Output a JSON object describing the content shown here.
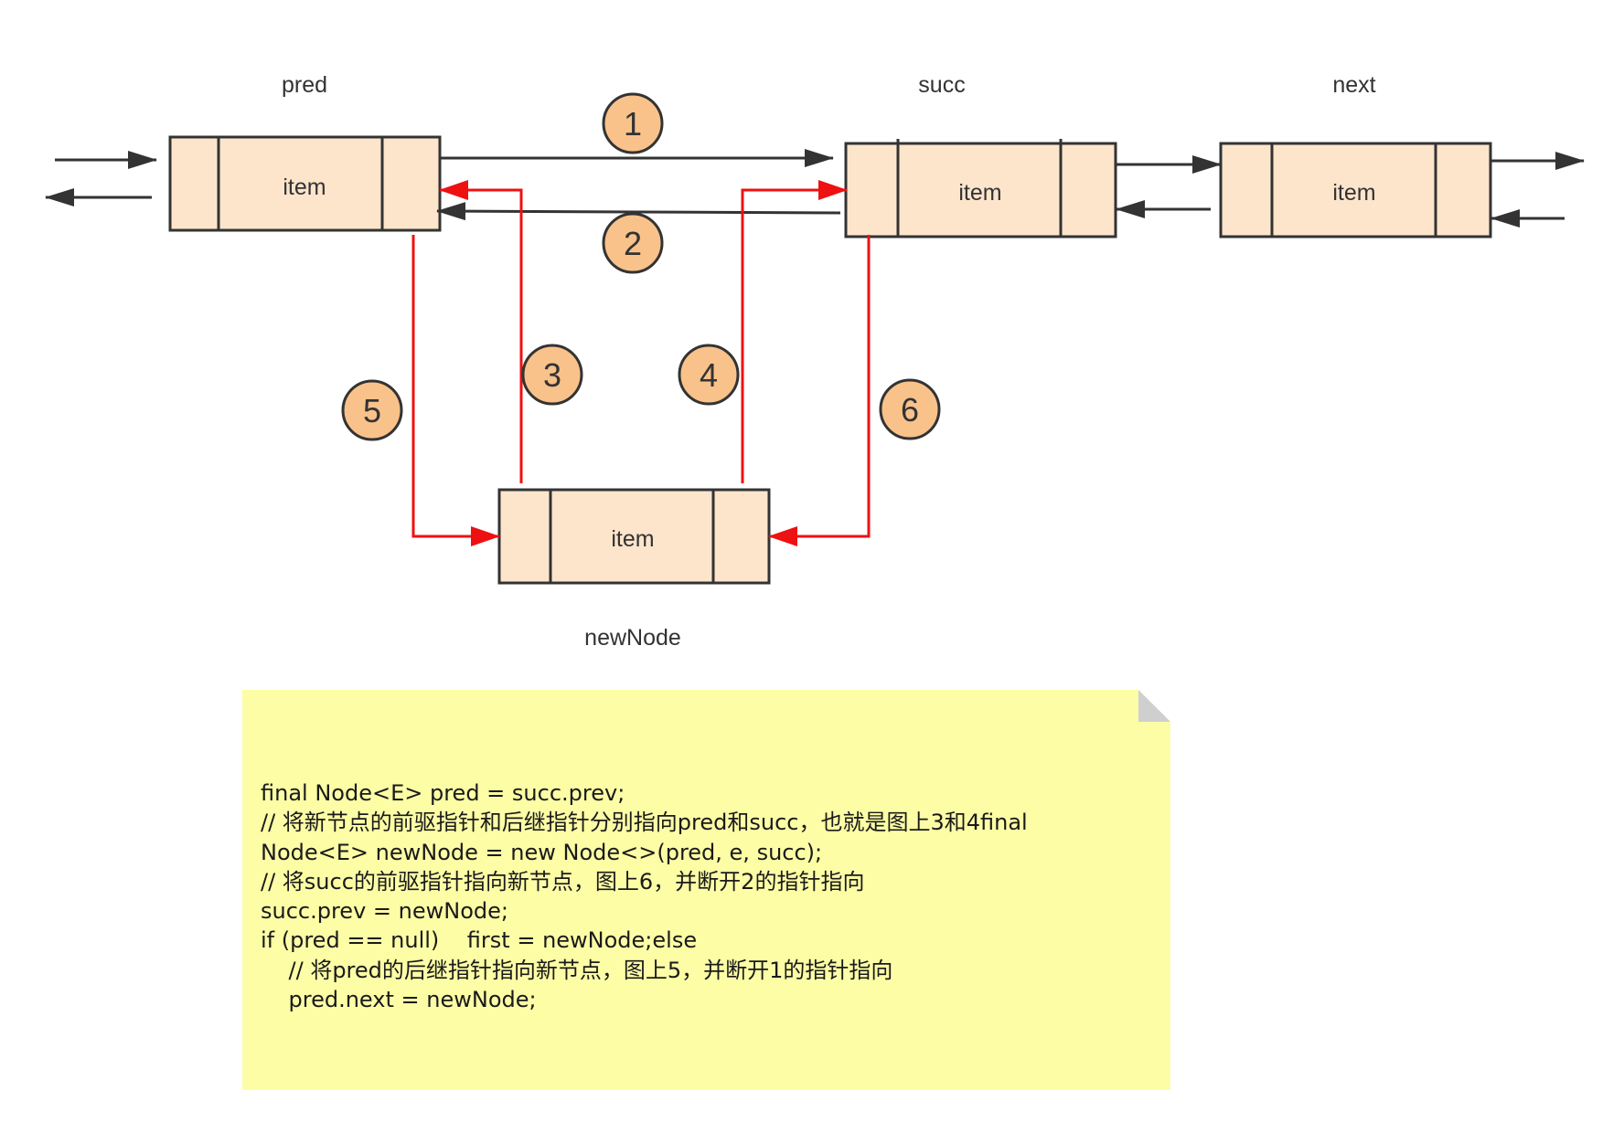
{
  "nodes": {
    "pred": {
      "label": "pred",
      "field": "item"
    },
    "succ": {
      "label": "succ",
      "field": "item"
    },
    "next": {
      "label": "next",
      "field": "item"
    },
    "newNode": {
      "label": "newNode",
      "field": "item"
    }
  },
  "steps": [
    "1",
    "2",
    "3",
    "4",
    "5",
    "6"
  ],
  "colors": {
    "node_fill": "#fde5cc",
    "node_border": "#333333",
    "badge_fill": "#f9c28a",
    "red_arrow": "#ee1111",
    "black_arrow": "#333333",
    "note_fill": "#fdfda6"
  },
  "note": {
    "lines": [
      "final Node<E> pred = succ.prev;",
      "// 将新节点的前驱指针和后继指针分别指向pred和succ，也就是图上3和4final",
      "Node<E> newNode = new Node<>(pred, e, succ);",
      "// 将succ的前驱指针指向新节点，图上6，并断开2的指针指向",
      "succ.prev = newNode;",
      "if (pred == null)    first = newNode;else",
      "    // 将pred的后继指针指向新节点，图上5，并断开1的指针指向",
      "    pred.next = newNode;"
    ]
  }
}
